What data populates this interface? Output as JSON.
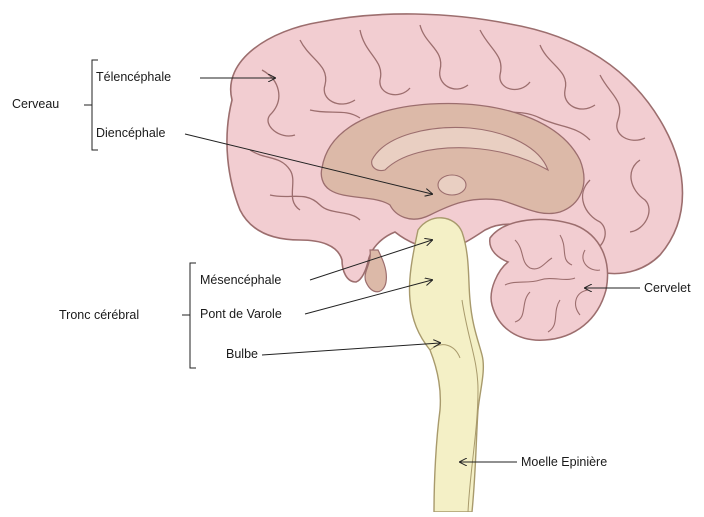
{
  "groups": {
    "cerveau": "Cerveau",
    "tronc": "Tronc cérébral"
  },
  "labels": {
    "telencephale": "Télencéphale",
    "diencephale": "Diencéphale",
    "mesencephale": "Mésencéphale",
    "pont": "Pont de Varole",
    "bulbe": "Bulbe",
    "cervelet": "Cervelet",
    "moelle": "Moelle Epinière"
  },
  "colors": {
    "cortex": "#f2cdd1",
    "cortex_outline": "#9c6e6e",
    "inner_region": "#dcb9a8",
    "brainstem": "#f4f0c6",
    "brainstem_outline": "#a89a6c",
    "line": "#222222"
  }
}
